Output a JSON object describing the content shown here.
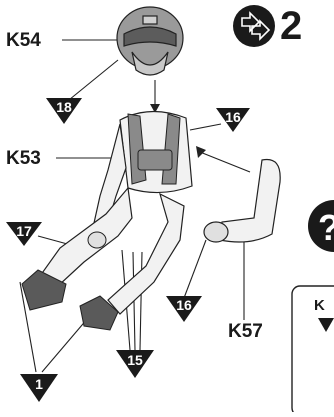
{
  "parts": {
    "head": "K54",
    "torso": "K53",
    "arm": "K57"
  },
  "step": {
    "number": "2"
  },
  "paint_callouts": [
    {
      "id": "head-color",
      "code": "18"
    },
    {
      "id": "harness-color",
      "code": "16"
    },
    {
      "id": "leg-color",
      "code": "17"
    },
    {
      "id": "glove-color",
      "code": "16"
    },
    {
      "id": "boot-color",
      "code": "1"
    },
    {
      "id": "strap-color",
      "code": "15"
    }
  ],
  "side_box": {
    "label": "K"
  },
  "icons": {
    "step_arrows": "double-arrow-right-icon",
    "question": "question-mark-icon"
  },
  "colors": {
    "ink": "#1a1a1a",
    "figure_fill": "#f2f2f2",
    "harness_fill": "#8a8a8a",
    "helmet_fill": "#9a9a9a",
    "boot_fill": "#5a5a5a"
  }
}
